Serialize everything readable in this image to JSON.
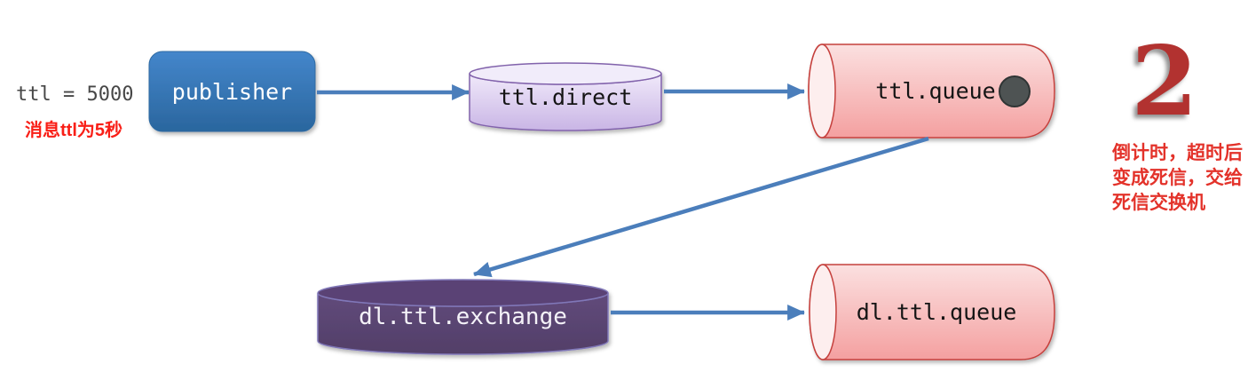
{
  "diagram": {
    "title_context": "RabbitMQ TTL message dead-letter flow",
    "annotations": {
      "ttl_value": "ttl = 5000",
      "ttl_note": "消息ttl为5秒",
      "step_number": "2",
      "step_note_line1": "倒计时，超时后",
      "step_note_line2": "变成死信，交给",
      "step_note_line3": "死信交换机"
    },
    "nodes": {
      "publisher": {
        "label": "publisher",
        "type": "producer",
        "shape": "rounded-rect",
        "fill": "#3678B4",
        "text_color": "#ffffff"
      },
      "ttl_direct": {
        "label": "ttl.direct",
        "type": "exchange",
        "shape": "cylinder-vertical",
        "fill": "#DCCBEE",
        "border": "#8263AC",
        "text_color": "#141414"
      },
      "ttl_queue": {
        "label": "ttl.queue",
        "type": "queue",
        "shape": "cylinder-horizontal",
        "fill": "#F7B7B7",
        "border": "#C5403C",
        "text_color": "#141414",
        "has_message_dot": true
      },
      "dl_ttl_exchange": {
        "label": "dl.ttl.exchange",
        "type": "dead-letter-exchange",
        "shape": "cylinder-vertical",
        "fill": "#5B4473",
        "border": "#8077B8",
        "text_color": "#F4F2F8"
      },
      "dl_ttl_queue": {
        "label": "dl.ttl.queue",
        "type": "queue",
        "shape": "cylinder-horizontal",
        "fill": "#F7B7B7",
        "border": "#C5403C",
        "text_color": "#141414",
        "has_message_dot": false
      }
    },
    "edges": [
      {
        "from": "publisher",
        "to": "ttl_direct",
        "direction": "right"
      },
      {
        "from": "ttl_direct",
        "to": "ttl_queue",
        "direction": "right"
      },
      {
        "from": "ttl_queue",
        "to": "dl_ttl_exchange",
        "direction": "down-left"
      },
      {
        "from": "dl_ttl_exchange",
        "to": "dl_ttl_queue",
        "direction": "right"
      }
    ],
    "colors": {
      "arrow": "#4B7EBB",
      "annotation_red": "#F91F17",
      "step_note_red": "#E3322A",
      "step_number_red": "#B23230",
      "message_dot": "#4E5353",
      "background": "#FFFFFF"
    }
  }
}
